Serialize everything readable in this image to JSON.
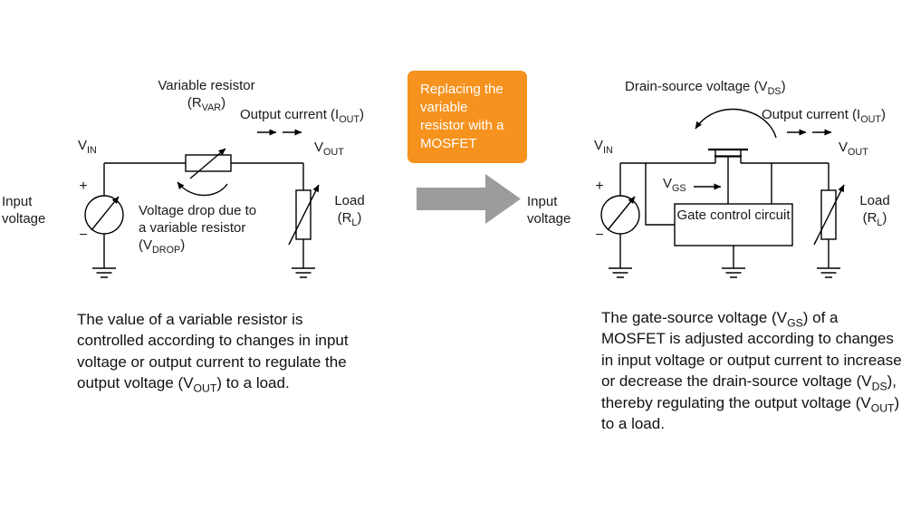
{
  "palette": {
    "accent_orange": "#F6921E",
    "arrow_gray": "#9C9C9C",
    "line_black": "#000000",
    "text_dark": "#1a1a1a"
  },
  "left_circuit": {
    "variable_resistor_label_line1": "Variable resistor",
    "variable_resistor_label_line2": [
      {
        "text": "(R"
      },
      {
        "sub": "VAR"
      },
      {
        "text": ")"
      }
    ],
    "output_current_label": [
      {
        "text": "Output current (I"
      },
      {
        "sub": "OUT"
      },
      {
        "text": ")"
      }
    ],
    "vin_label": [
      {
        "text": "V"
      },
      {
        "sub": "IN"
      }
    ],
    "vout_label": [
      {
        "text": "V"
      },
      {
        "sub": "OUT"
      }
    ],
    "plus_sign": "+",
    "minus_sign": "−",
    "input_voltage_label": "Input voltage",
    "voltage_drop_label": [
      {
        "text": "Voltage drop due to a variable resistor (V"
      },
      {
        "sub": "DROP"
      },
      {
        "text": ")"
      }
    ],
    "load_label_line1": "Load",
    "load_label_line2": [
      {
        "text": "(R"
      },
      {
        "sub": "L"
      },
      {
        "text": ")"
      }
    ],
    "caption": [
      {
        "text": "The value of a variable resistor is controlled according to changes in input voltage or output current to regulate the output voltage (V"
      },
      {
        "sub": "OUT"
      },
      {
        "text": ") to a load."
      }
    ]
  },
  "transition": {
    "callout": "Replacing the variable resistor with a MOSFET"
  },
  "right_circuit": {
    "vds_label": [
      {
        "text": "Drain-source voltage (V"
      },
      {
        "sub": "DS"
      },
      {
        "text": ")"
      }
    ],
    "output_current_label": [
      {
        "text": "Output current (I"
      },
      {
        "sub": "OUT"
      },
      {
        "text": ")"
      }
    ],
    "vin_label": [
      {
        "text": "V"
      },
      {
        "sub": "IN"
      }
    ],
    "vout_label": [
      {
        "text": "V"
      },
      {
        "sub": "OUT"
      }
    ],
    "plus_sign": "+",
    "minus_sign": "−",
    "input_voltage_label": "Input voltage",
    "vgs_label": [
      {
        "text": "V"
      },
      {
        "sub": "GS"
      }
    ],
    "gate_control_label": "Gate control circuit",
    "load_label_line1": "Load",
    "load_label_line2": [
      {
        "text": "(R"
      },
      {
        "sub": "L"
      },
      {
        "text": ")"
      }
    ],
    "caption": [
      {
        "text": "The gate-source voltage (V"
      },
      {
        "sub": "GS"
      },
      {
        "text": ") of a MOSFET is adjusted according to changes in input voltage or output current to increase or decrease the drain-source voltage (V"
      },
      {
        "sub": "DS"
      },
      {
        "text": "), thereby regulating the output voltage (V"
      },
      {
        "sub": "OUT"
      },
      {
        "text": ") to a load."
      }
    ]
  }
}
